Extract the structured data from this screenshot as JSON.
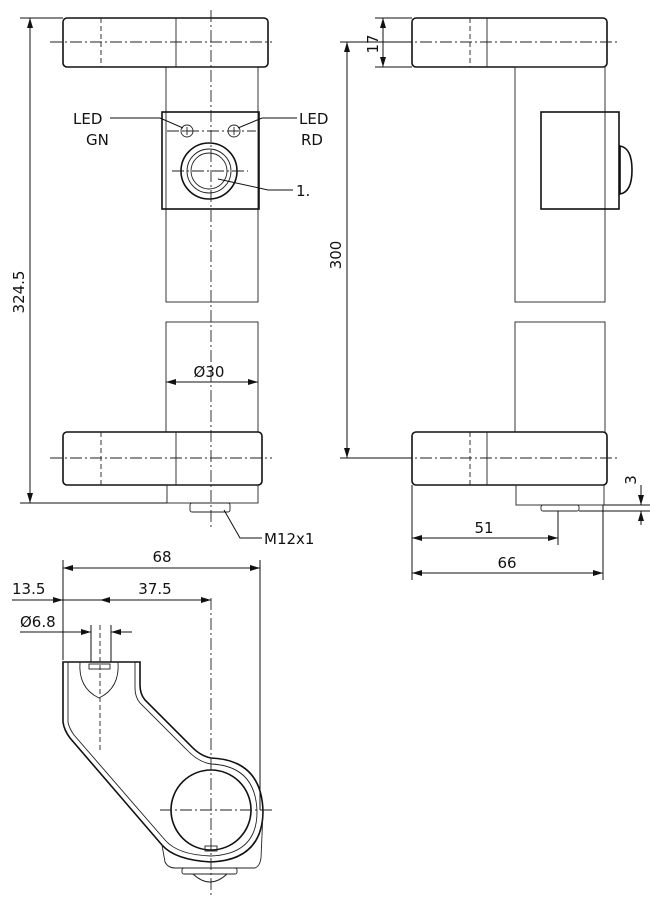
{
  "front_view": {
    "height_dim": "324.5",
    "diameter_dim": "Ø30",
    "led_left": {
      "line1": "LED",
      "line2": "GN"
    },
    "led_right": {
      "line1": "LED",
      "line2": "RD"
    },
    "item_callout": "1.",
    "connector_label": "M12x1"
  },
  "side_view": {
    "bar_height_dim": "17",
    "length_dim": "300",
    "offset_dim": "3",
    "width_dim_inner": "51",
    "width_dim_outer": "66"
  },
  "bottom_view": {
    "overall_dim": "68",
    "hole_offset_dim": "13.5",
    "center_offset_dim": "37.5",
    "hole_diameter_dim": "Ø6.8"
  }
}
